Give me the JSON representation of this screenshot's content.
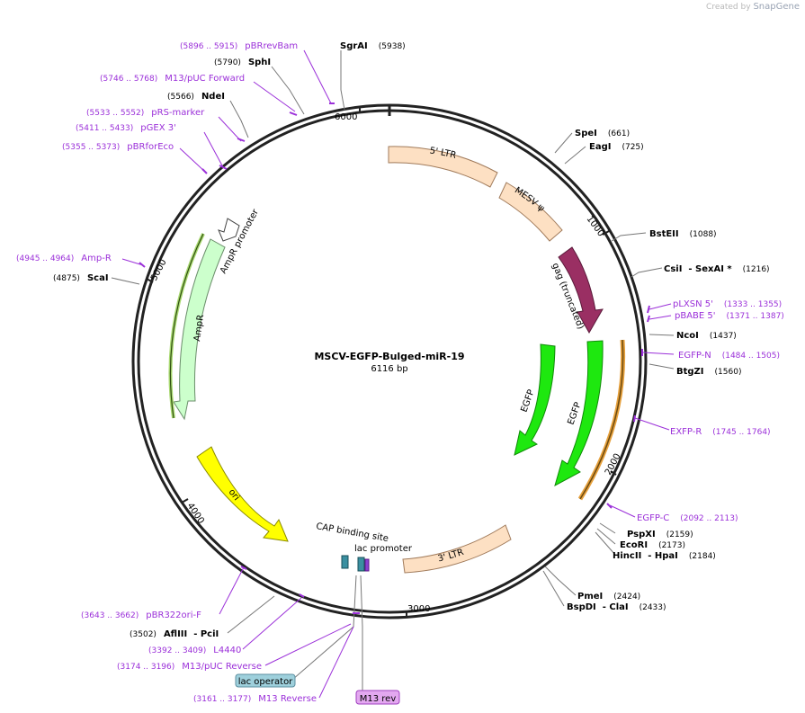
{
  "branding": {
    "prefix": "Created by",
    "name": "SnapGene"
  },
  "plasmid": {
    "name": "MSCV-EGFP-Bulged-miR-19",
    "size_label": "6116 bp",
    "length": 6116
  },
  "ticks": [
    {
      "label": "1000",
      "pos": 1000
    },
    {
      "label": "2000",
      "pos": 2000
    },
    {
      "label": "3000",
      "pos": 3000
    },
    {
      "label": "4000",
      "pos": 4000
    },
    {
      "label": "5000",
      "pos": 5000
    },
    {
      "label": "6000",
      "pos": 6000
    }
  ],
  "enzymes": [
    {
      "name": "SgrAI",
      "pos_label": "(5938)"
    },
    {
      "name": "SphI",
      "pos_label": "(5790)"
    },
    {
      "name": "NdeI",
      "pos_label": "(5566)"
    },
    {
      "name": "ScaI",
      "pos_label": "(4875)"
    },
    {
      "name": "SpeI",
      "pos_label": "(661)"
    },
    {
      "name": "EagI",
      "pos_label": "(725)"
    },
    {
      "name": "BstEII",
      "pos_label": "(1088)"
    },
    {
      "name": "CsiI  - SexAI *",
      "pos_label": "(1216)"
    },
    {
      "name": "NcoI",
      "pos_label": "(1437)"
    },
    {
      "name": "BtgZI",
      "pos_label": "(1560)"
    },
    {
      "name": "PspXI",
      "pos_label": "(2159)"
    },
    {
      "name": "EcoRI",
      "pos_label": "(2173)"
    },
    {
      "name": "HincII  - HpaI",
      "pos_label": "(2184)"
    },
    {
      "name": "PmeI",
      "pos_label": "(2424)"
    },
    {
      "name": "BspDI  - ClaI",
      "pos_label": "(2433)"
    },
    {
      "name": "AflIII  - PciI",
      "pos_label": "(3502)"
    }
  ],
  "primers": [
    {
      "name": "pBRrevBam",
      "range": "(5896 .. 5915)"
    },
    {
      "name": "M13/pUC Forward",
      "range": "(5746 .. 5768)"
    },
    {
      "name": "pRS-marker",
      "range": "(5533 .. 5552)"
    },
    {
      "name": "pGEX 3'",
      "range": "(5411 .. 5433)"
    },
    {
      "name": "pBRforEco",
      "range": "(5355 .. 5373)"
    },
    {
      "name": "Amp-R",
      "range": "(4945 .. 4964)"
    },
    {
      "name": "pLXSN 5'",
      "range": "(1333 .. 1355)"
    },
    {
      "name": "pBABE 5'",
      "range": "(1371 .. 1387)"
    },
    {
      "name": "EGFP-N",
      "range": "(1484 .. 1505)"
    },
    {
      "name": "EXFP-R",
      "range": "(1745 .. 1764)"
    },
    {
      "name": "EGFP-C",
      "range": "(2092 .. 2113)"
    },
    {
      "name": "pBR322ori-F",
      "range": "(3643 .. 3662)"
    },
    {
      "name": "L4440",
      "range": "(3392 .. 3409)"
    },
    {
      "name": "M13/pUC Reverse",
      "range": "(3174 .. 3196)"
    },
    {
      "name": "M13 Reverse",
      "range": "(3161 .. 3177)"
    }
  ],
  "boxed_features": [
    {
      "name": "lac operator",
      "fill": "#9ed0dc",
      "stroke": "#5c8fa0"
    },
    {
      "name": "M13 rev",
      "fill": "#e3a8f0",
      "stroke": "#9f3fbf"
    }
  ],
  "features": [
    {
      "name": "5' LTR",
      "fill": "#fde0c3"
    },
    {
      "name": "MESV ψ",
      "fill": "#fde0c3"
    },
    {
      "name": "gag (truncated)",
      "fill": "#9a2f63"
    },
    {
      "name": "EGFP",
      "fill": "#1ee80f"
    },
    {
      "name": "EGFP",
      "fill": "#1ee80f"
    },
    {
      "name": "3' LTR",
      "fill": "#fde0c3"
    },
    {
      "name": "ori",
      "fill": "#ffff00"
    },
    {
      "name": "AmpR",
      "fill": "#ccffcc"
    },
    {
      "name": "AmpR promoter",
      "fill": "#ffffff"
    },
    {
      "name": "CAP binding site",
      "fill": "#3a8fa0"
    },
    {
      "name": "lac promoter",
      "fill": "#3a8fa0"
    }
  ],
  "colors": {
    "backbone": "#222222",
    "primer": "#9b30d9",
    "enzyme_text": "#000000",
    "orf_stroke_amp": "#6b8e23",
    "orf_stroke_exfp": "#e6a03c"
  }
}
